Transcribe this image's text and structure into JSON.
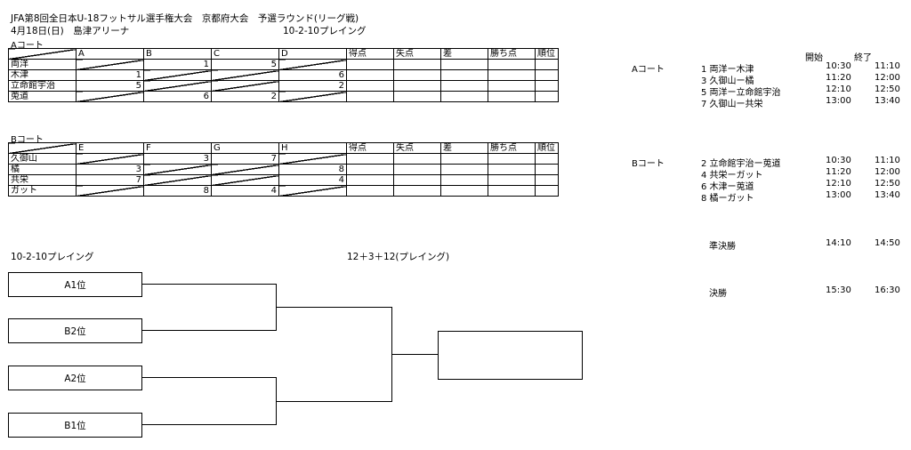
{
  "header": {
    "title": "JFA第8回全日本U-18フットサル選手権大会　京都府大会　予選ラウンド(リーグ戦)",
    "date_venue": "4月18日(日)　島津アリーナ",
    "format": "10-2-10プレイング"
  },
  "league_a": {
    "label": "Aコート",
    "columns": [
      "A",
      "B",
      "C",
      "D",
      "得点",
      "失点",
      "差",
      "勝ち点",
      "順位"
    ],
    "rows": [
      {
        "team": "両洋",
        "cells": [
          "",
          "1",
          "5",
          ""
        ]
      },
      {
        "team": "木津",
        "cells": [
          "1",
          "",
          "",
          "6"
        ]
      },
      {
        "team": "立命館宇治",
        "cells": [
          "5",
          "",
          "",
          "2"
        ]
      },
      {
        "team": "莵道",
        "cells": [
          "",
          "6",
          "2",
          ""
        ]
      }
    ]
  },
  "league_b": {
    "label": "Bコート",
    "columns": [
      "E",
      "F",
      "G",
      "H",
      "得点",
      "失点",
      "差",
      "勝ち点",
      "順位"
    ],
    "rows": [
      {
        "team": "久御山",
        "cells": [
          "",
          "3",
          "7",
          ""
        ]
      },
      {
        "team": "橘",
        "cells": [
          "3",
          "",
          "",
          "8"
        ]
      },
      {
        "team": "共栄",
        "cells": [
          "7",
          "",
          "",
          "4"
        ]
      },
      {
        "team": "ガット",
        "cells": [
          "",
          "8",
          "4",
          ""
        ]
      }
    ]
  },
  "schedule": {
    "start_header": "開始",
    "end_header": "終了",
    "a_label": "Aコート",
    "b_label": "Bコート",
    "a_matches": [
      {
        "match": "1 両洋ー木津",
        "start": "10:30",
        "end": "11:10"
      },
      {
        "match": "3 久御山ー橘",
        "start": "11:20",
        "end": "12:00"
      },
      {
        "match": "5 両洋ー立命館宇治",
        "start": "12:10",
        "end": "12:50"
      },
      {
        "match": "7 久御山ー共栄",
        "start": "13:00",
        "end": "13:40"
      }
    ],
    "b_matches": [
      {
        "match": "2 立命館宇治ー莵道",
        "start": "10:30",
        "end": "11:10"
      },
      {
        "match": "4 共栄ーガット",
        "start": "11:20",
        "end": "12:00"
      },
      {
        "match": "6 木津ー莵道",
        "start": "12:10",
        "end": "12:50"
      },
      {
        "match": "8 橘ーガット",
        "start": "13:00",
        "end": "13:40"
      }
    ],
    "semi": {
      "label": "準決勝",
      "start": "14:10",
      "end": "14:50"
    },
    "final": {
      "label": "決勝",
      "start": "15:30",
      "end": "16:30"
    }
  },
  "bracket": {
    "semi_format": "10-2-10プレイング",
    "final_format": "12＋3＋12(プレイング)",
    "slots": [
      "A1位",
      "B2位",
      "A2位",
      "B1位"
    ]
  }
}
